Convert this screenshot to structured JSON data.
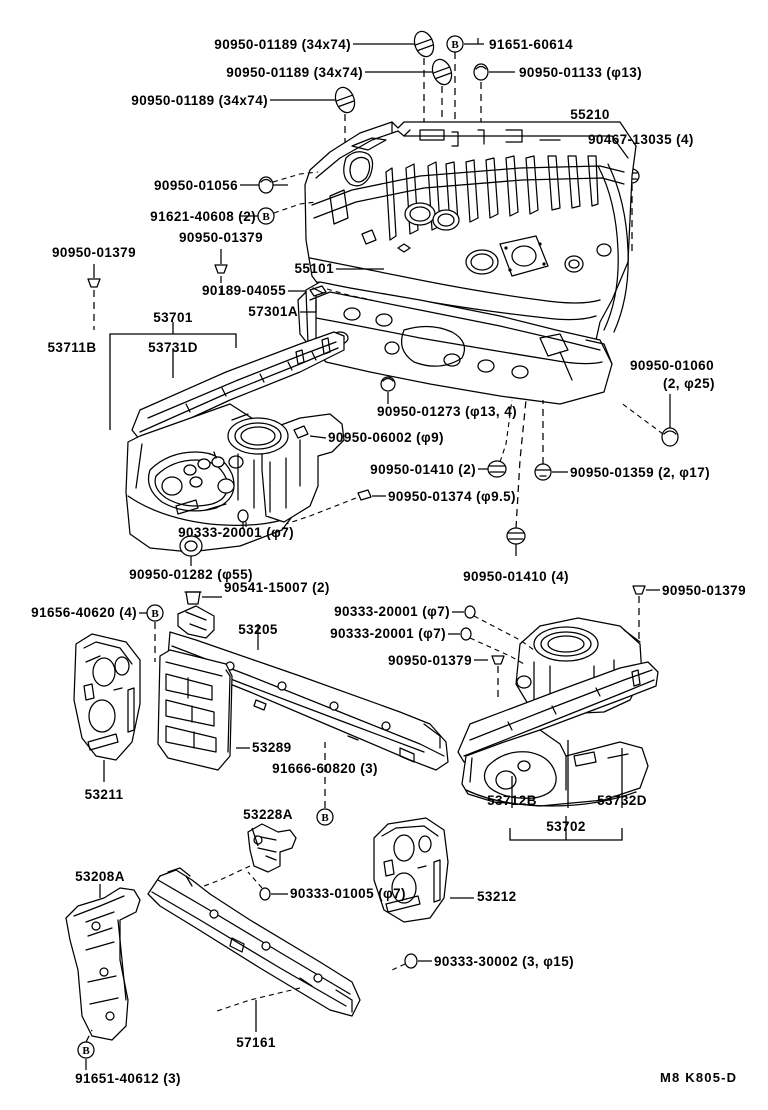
{
  "document": {
    "type": "vehicle-parts-exploded-diagram",
    "footer_code": "M8  K805-D"
  },
  "labels": {
    "clip_34x74_a": "90950-01189 (34x74)",
    "clip_34x74_b": "90950-01189 (34x74)",
    "clip_34x74_c": "90950-01189 (34x74)",
    "bolt_91651_60614": "91651-60614",
    "plug_90950_01133": "90950-01133 (φ13)",
    "panel_55210": "55210",
    "nut_90467_13035": "90467-13035 (4)",
    "plug_90950_01056": "90950-01056",
    "bolt_91621_40608": "91621-40608 (2)",
    "clip_90950_01379_a": "90950-01379",
    "clip_90950_01379_b": "90950-01379",
    "panel_55101": "55101",
    "screw_90189_04055": "90189-04055",
    "panel_57301a": "57301A",
    "panel_53701": "53701",
    "panel_53711b": "53711B",
    "panel_53731d": "53731D",
    "plug_90950_01273": "90950-01273 (φ13, 4)",
    "plug_90950_06002": "90950-06002 (φ9)",
    "plug_90950_01410_2": "90950-01410 (2)",
    "plug_90950_01374": "90950-01374 (φ9.5)",
    "plug_90333_20001_a": "90333-20001 (φ7)",
    "plug_90950_01060": "90950-01060",
    "plug_90950_01060_qty": "(2, φ25)",
    "plug_90950_01359": "90950-01359 (2, φ17)",
    "plug_90950_01410_4": "90950-01410 (4)",
    "plug_90950_01282": "90950-01282 (φ55)",
    "bolt_90541_15007": "90541-15007 (2)",
    "bolt_91656_40620": "91656-40620 (4)",
    "support_53205": "53205",
    "plug_90333_20001_b": "90333-20001 (φ7)",
    "plug_90333_20001_c": "90333-20001 (φ7)",
    "clip_90950_01379_c": "90950-01379",
    "clip_90950_01379_d": "90950-01379",
    "panel_53211": "53211",
    "panel_53289": "53289",
    "bolt_91666_60820": "91666-60820 (3)",
    "bracket_53228a": "53228A",
    "plug_90333_01005": "90333-01005 (φ7)",
    "panel_53712b": "53712B",
    "panel_53732d": "53732D",
    "panel_53702": "53702",
    "panel_53212": "53212",
    "panel_53208a": "53208A",
    "plug_90333_30002": "90333-30002 (3, φ15)",
    "support_57161": "57161",
    "bolt_91651_40612": "91651-40612 (3)",
    "bolt_marker_b": "B"
  }
}
